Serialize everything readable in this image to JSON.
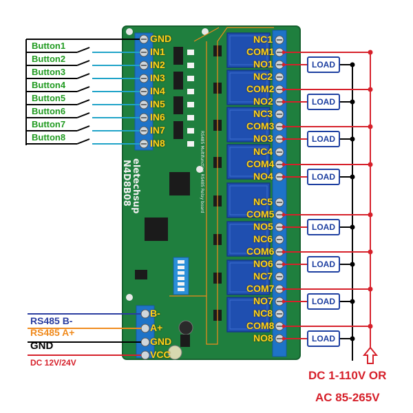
{
  "buttons": [
    "Button1",
    "Button2",
    "Button3",
    "Button4",
    "Button5",
    "Button6",
    "Button7",
    "Button8"
  ],
  "inputs": [
    "GND",
    "IN1",
    "IN2",
    "IN3",
    "IN4",
    "IN5",
    "IN6",
    "IN7",
    "IN8"
  ],
  "relay_pins": [
    "NC1",
    "COM1",
    "NO1",
    "NC2",
    "COM2",
    "NO2",
    "NC3",
    "COM3",
    "NO3",
    "NC4",
    "COM4",
    "NO4",
    "NC5",
    "COM5",
    "NO5",
    "NC6",
    "COM6",
    "NO6",
    "NC7",
    "COM7",
    "NO7",
    "NC8",
    "COM8",
    "NO8"
  ],
  "load_label": "LOAD",
  "bus": {
    "rs485_b": "RS485 B-",
    "rs485_a": "RS485 A+",
    "gnd": "GND",
    "dc": "DC 12V/24V",
    "pins": [
      "B-",
      "A+",
      "GND",
      "VCC"
    ]
  },
  "board": {
    "brand": "eletechsup",
    "model": "N4D8B08",
    "description": "RS485 Multifunction RS485 Relay board"
  },
  "supply": {
    "line1": "DC 1-110V OR",
    "line2": "AC 85-265V"
  },
  "colors": {
    "pcb": "#1f7f3e",
    "relay": "#1f4fb0",
    "terminal": "#1e73c8",
    "button_text": "#1f9a1f",
    "pin_text": "#ffd21a",
    "load": "#1c3ea0",
    "supply": "#d6202a",
    "rs485_b": "#2a3da0",
    "rs485_a": "#f08a1c",
    "gnd": "#000000"
  }
}
